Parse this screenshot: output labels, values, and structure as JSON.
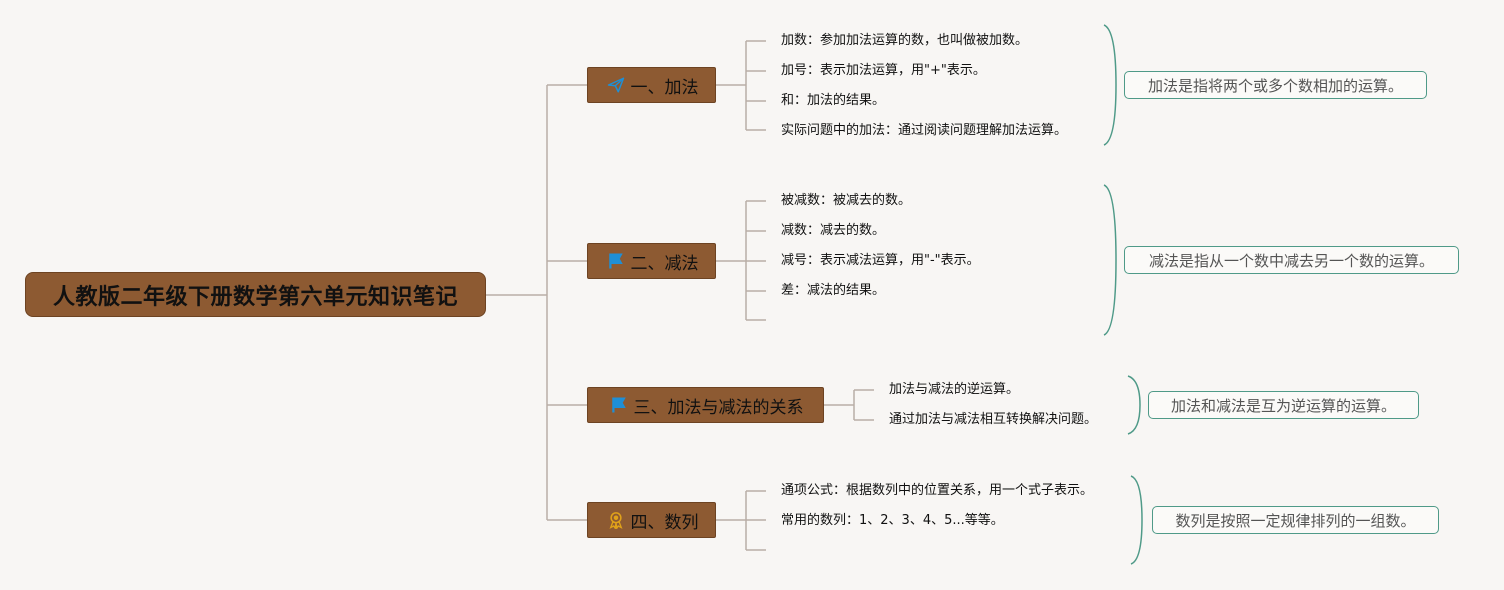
{
  "root": {
    "title": "人教版二年级下册数学第六单元知识笔记"
  },
  "branches": [
    {
      "label": "一、加法",
      "icon": "paper-plane-icon",
      "items": [
        "加数：参加加法运算的数，也叫做被加数。",
        "加号：表示加法运算，用\"+\"表示。",
        "和：加法的结果。",
        "实际问题中的加法：通过阅读问题理解加法运算。"
      ],
      "summary": "加法是指将两个或多个数相加的运算。"
    },
    {
      "label": "二、减法",
      "icon": "flag-icon",
      "items": [
        "被减数：被减去的数。",
        "减数：减去的数。",
        "减号：表示减法运算，用\"-\"表示。",
        "差：减法的结果。"
      ],
      "summary": "减法是指从一个数中减去另一个数的运算。"
    },
    {
      "label": "三、加法与减法的关系",
      "icon": "flag-icon",
      "items": [
        "加法与减法的逆运算。",
        "通过加法与减法相互转换解决问题。"
      ],
      "summary": "加法和减法是互为逆运算的运算。"
    },
    {
      "label": "四、数列",
      "icon": "award-ribbon-icon",
      "items": [
        "通项公式：根据数列中的位置关系，用一个式子表示。",
        "常用的数列：1、2、3、4、5...等等。"
      ],
      "summary": "数列是按照一定规律排列的一组数。"
    }
  ],
  "colors": {
    "node_fill": "#8d5a32",
    "connector": "#b9aea6",
    "bracket": "#4f9a88",
    "icon_blue": "#1f8fd6",
    "icon_gold": "#e0a21a"
  }
}
